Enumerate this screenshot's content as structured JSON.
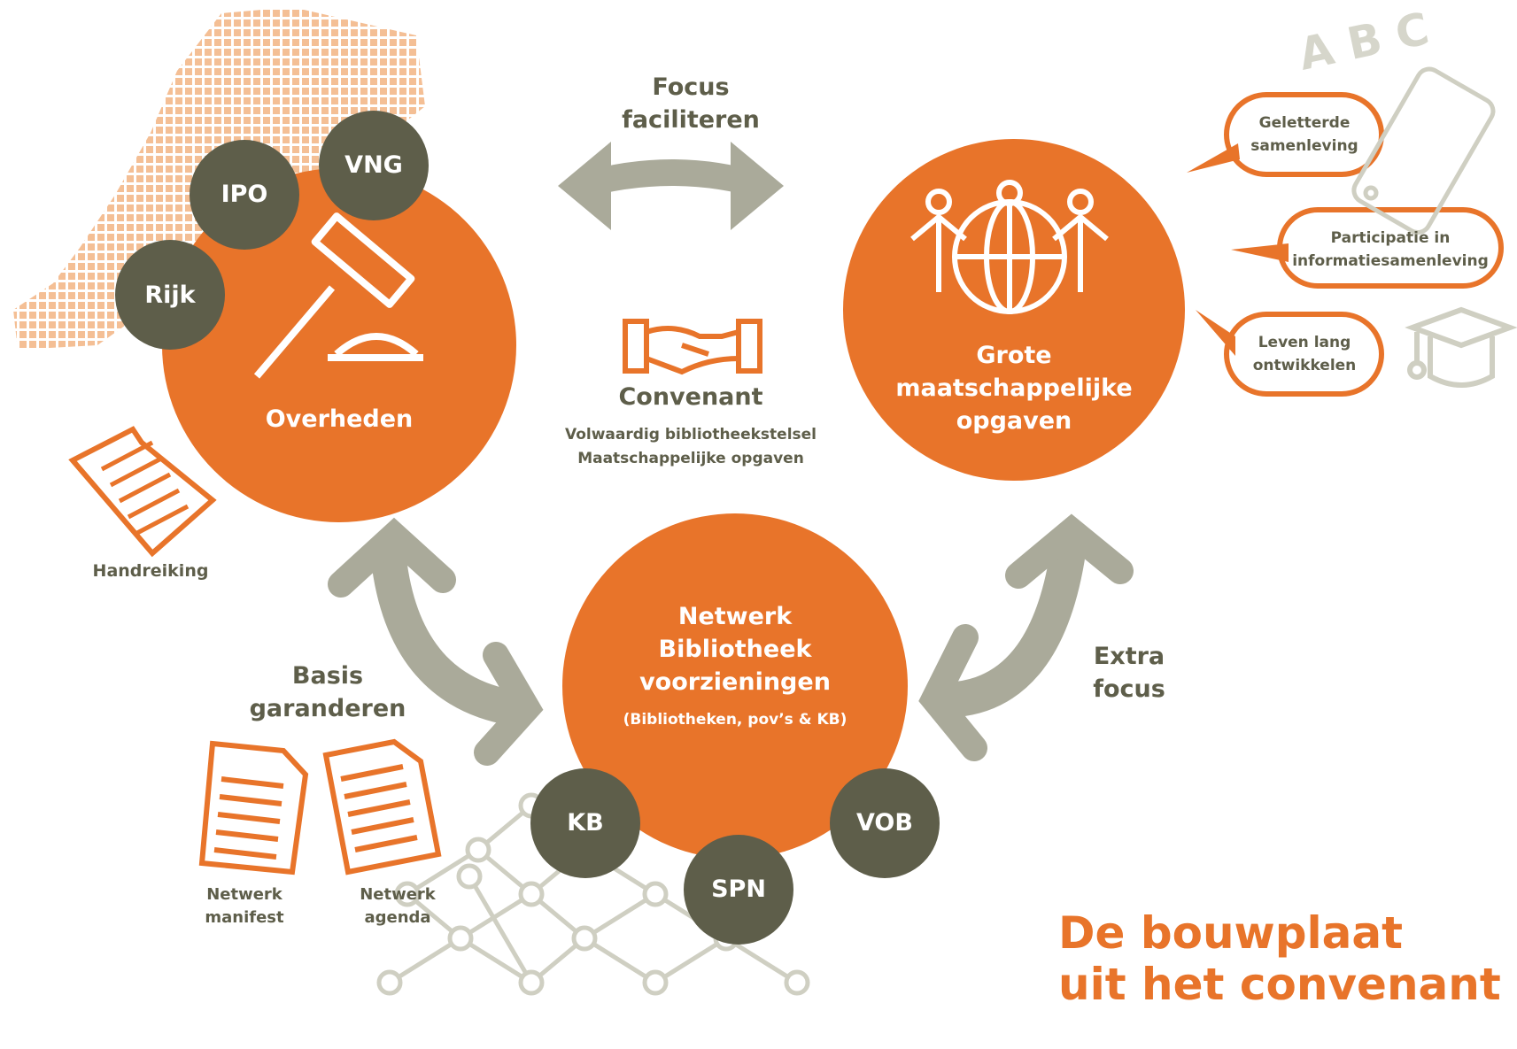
{
  "colors": {
    "orange": "#e8742a",
    "dark_olive": "#5e5e4a",
    "arrow_grey": "#aaaa9a",
    "map_peach": "#f4bf95",
    "network_grey": "#cfcfc2",
    "white": "#ffffff"
  },
  "top_arrow": {
    "line1": "Focus",
    "line2": "faciliteren"
  },
  "left_arrow": {
    "line1": "Basis",
    "line2": "garanderen"
  },
  "right_arrow": {
    "line1": "Extra",
    "line2": "focus"
  },
  "overheden": {
    "label": "Overheden",
    "icon": "gavel-icon"
  },
  "overheden_partners": [
    "Rijk",
    "IPO",
    "VNG"
  ],
  "handreiking": {
    "label": "Handreiking",
    "icon": "document-icon"
  },
  "convenant": {
    "title": "Convenant",
    "line1": "Volwaardig bibliotheekstelsel",
    "line2": "Maatschappelijke opgaven",
    "icon": "handshake-icon"
  },
  "grote": {
    "line1": "Grote",
    "line2": "maatschappelijke",
    "line3": "opgaven",
    "icon": "globe-people-icon"
  },
  "bubbles": [
    {
      "line1": "Geletterde",
      "line2": "samenleving"
    },
    {
      "line1": "Participatie in",
      "line2": "informatiesamenleving"
    },
    {
      "line1": "Leven lang",
      "line2": "ontwikkelen"
    }
  ],
  "abc": "A B C",
  "netwerk": {
    "line1": "Netwerk",
    "line2": "Bibliotheek",
    "line3": "voorzieningen",
    "line4": "(Bibliotheken, pov’s & KB)"
  },
  "netwerk_partners": [
    "KB",
    "SPN",
    "VOB"
  ],
  "documents": [
    {
      "line1": "Netwerk",
      "line2": "manifest"
    },
    {
      "line1": "Netwerk",
      "line2": "agenda"
    }
  ],
  "title": {
    "line1": "De bouwplaat",
    "line2": "uit het convenant"
  }
}
